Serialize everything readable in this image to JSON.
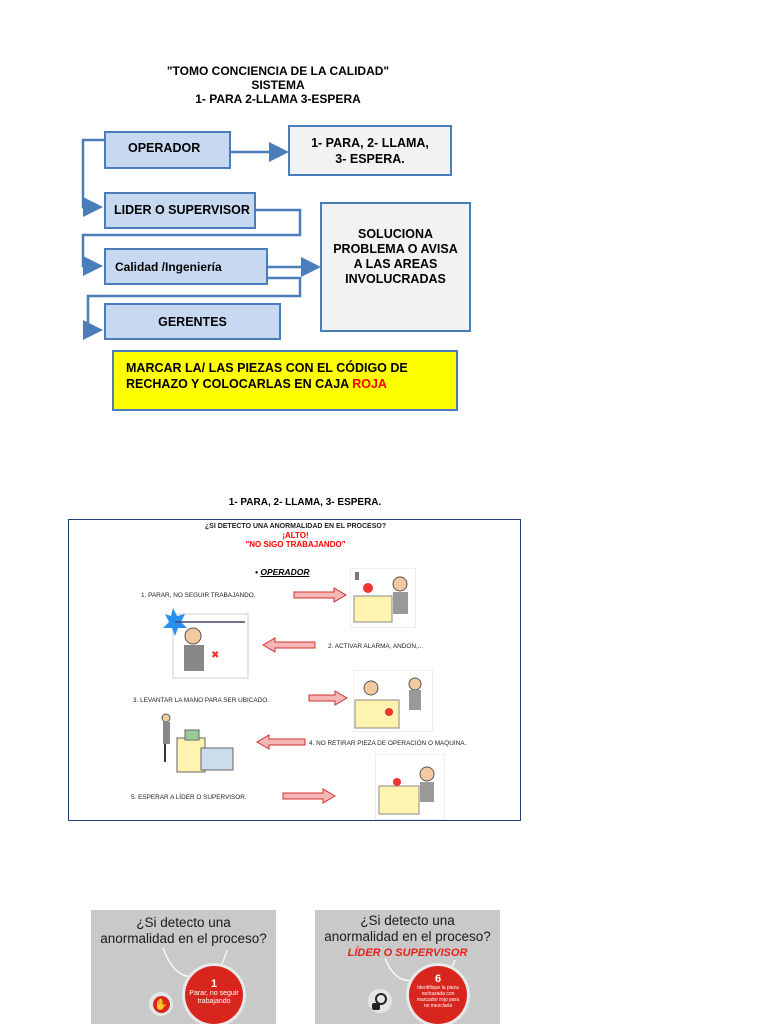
{
  "header": {
    "line1": "\"TOMO CONCIENCIA DE LA CALIDAD\"",
    "line2": "SISTEMA",
    "line3": "1- PARA 2-LLAMA 3-ESPERA"
  },
  "flow": {
    "operador": "OPERADOR",
    "result_line1": "1- PARA, 2- LLAMA,",
    "result_line2": "3- ESPERA.",
    "lider": "LIDER O SUPERVISOR",
    "calidad": "Calidad /Ingeniería",
    "gerentes": "GERENTES",
    "solution_line1": "SOLUCIONA",
    "solution_line2": "PROBLEMA O AVISA",
    "solution_line3": "A LAS AREAS",
    "solution_line4": "INVOLUCRADAS",
    "note_line1": "MARCAR LA/ LAS PIEZAS CON EL CÓDIGO DE",
    "note_line2": "RECHAZO Y COLOCARLAS EN CAJA",
    "note_red": "ROJA"
  },
  "section2": {
    "title": "1- PARA, 2- LLAMA, 3- ESPERA.",
    "question": "¿SI DETECTO UNA ANORMALIDAD EN EL PROCESO?",
    "alto": "¡ALTO!",
    "no_sigo": "\"NO SIGO TRABAJANDO\"",
    "role": "OPERADOR",
    "steps": [
      "1. PARAR, NO SEGUIR TRABAJANDO.",
      "2. ACTIVAR ALARMA, ANDON,...",
      "3. LEVANTAR LA MANO PARA SER UBICADO.",
      "4. NO RETIRAR PIEZA DE OPERACIÓN O MAQUINA.",
      "5. ESPERAR A LÍDER O SUPERVISOR."
    ]
  },
  "cards": [
    {
      "question_line1": "¿Si detecto una",
      "question_line2": "anormalidad en el proceso?",
      "number": "1",
      "text_line1": "Parar, no seguir",
      "text_line2": "trabajando"
    },
    {
      "question_line1": "¿Si detecto una",
      "question_line2": "anormalidad en el proceso?",
      "role": "LÍDER O SUPERVISOR",
      "number": "6",
      "text_line1": "Identifique la pieza",
      "text_line2": "rechazada con",
      "text_line3": "marcador rojo para",
      "text_line4": "no mezclarla"
    }
  ],
  "colors": {
    "box_border": "#4a7ebb",
    "box_blue": "#c6d9f1",
    "box_grey": "#f2f2f2",
    "note_yellow": "#ffff00",
    "accent_red": "#ff0000",
    "card_grey": "#c9c9c9",
    "circle_red": "#d7261e"
  }
}
